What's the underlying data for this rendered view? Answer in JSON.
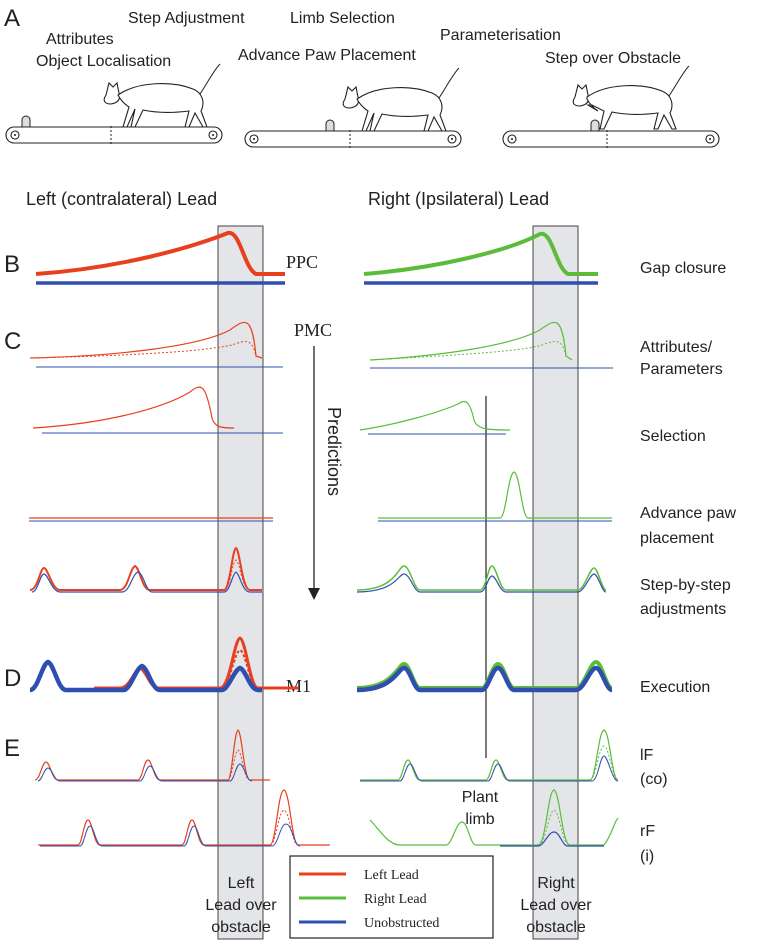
{
  "panels": [
    "A",
    "B",
    "C",
    "D",
    "E"
  ],
  "stage_labels": {
    "attributes": "Attributes",
    "object_localisation": "Object Localisation",
    "step_adjustment": "Step Adjustment",
    "limb_selection": "Limb Selection",
    "parameterisation": "Parameterisation",
    "advance_paw": "Advance Paw Placement",
    "step_over": "Step over Obstacle"
  },
  "column_headers": {
    "left": "Left (contralateral) Lead",
    "right": "Right (Ipsilateral) Lead"
  },
  "areas": {
    "ppc": "PPC",
    "pmc": "PMC",
    "m1": "M1"
  },
  "predictions_label": "Predictions",
  "row_labels": {
    "gap": "Gap closure",
    "attr1": "Attributes/",
    "attr2": "Parameters",
    "selection": "Selection",
    "advance1": "Advance paw",
    "advance2": "placement",
    "step1": "Step-by-step",
    "step2": "adjustments",
    "execution": "Execution",
    "lf1": "lF",
    "lf2": "(co)",
    "rf1": "rF",
    "rf2": "(i)"
  },
  "plant_limb": {
    "line1": "Plant",
    "line2": "limb"
  },
  "bottom_labels": {
    "left1": "Left",
    "left2": "Lead over",
    "left3": "obstacle",
    "right1": "Right",
    "right2": "Lead over",
    "right3": "obstacle"
  },
  "legend": {
    "items": [
      {
        "label": "Left Lead",
        "color": "#e8401f"
      },
      {
        "label": "Right Lead",
        "color": "#5cbc3a"
      },
      {
        "label": "Unobstructed",
        "color": "#2f4fb0"
      }
    ]
  },
  "colors": {
    "left_lead": "#e8401f",
    "right_lead": "#5cbc3a",
    "unobstructed": "#2f4fb0",
    "obstacle_window": "#e3e5e8"
  }
}
